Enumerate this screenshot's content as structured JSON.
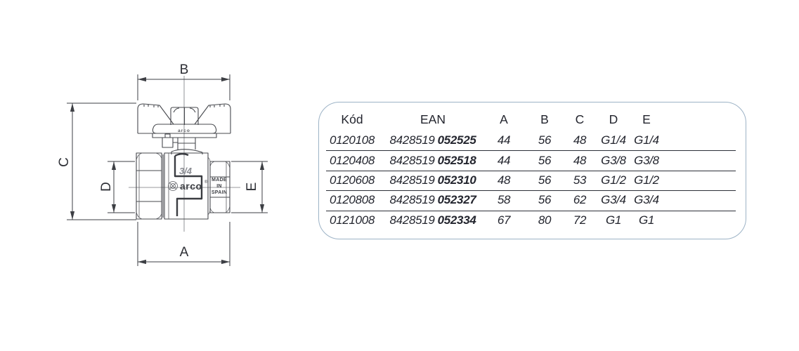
{
  "diagram": {
    "dim_labels": {
      "a": "A",
      "b": "B",
      "c": "C",
      "d": "D",
      "e": "E"
    },
    "valve": {
      "size_marking": "3/4",
      "brand_marking": "arco",
      "brand_reg": "®",
      "handle_marking": "arco",
      "origin_lines": [
        "MADE",
        "IN",
        "SPAIN"
      ]
    }
  },
  "table": {
    "columns": [
      "Kód",
      "EAN",
      "A",
      "B",
      "C",
      "D",
      "E"
    ],
    "rows": [
      {
        "kod": "0120108",
        "ean_prefix": "8428519",
        "ean_code": "052525",
        "a": "44",
        "b": "56",
        "c": "48",
        "d": "G1/4",
        "e": "G1/4"
      },
      {
        "kod": "0120408",
        "ean_prefix": "8428519",
        "ean_code": "052518",
        "a": "44",
        "b": "56",
        "c": "48",
        "d": "G3/8",
        "e": "G3/8"
      },
      {
        "kod": "0120608",
        "ean_prefix": "8428519",
        "ean_code": "052310",
        "a": "48",
        "b": "56",
        "c": "53",
        "d": "G1/2",
        "e": "G1/2"
      },
      {
        "kod": "0120808",
        "ean_prefix": "8428519",
        "ean_code": "052327",
        "a": "58",
        "b": "56",
        "c": "62",
        "d": "G3/4",
        "e": "G3/4"
      },
      {
        "kod": "0121008",
        "ean_prefix": "8428519",
        "ean_code": "052334",
        "a": "67",
        "b": "80",
        "c": "72",
        "d": "G1",
        "e": "G1"
      }
    ],
    "colors": {
      "box_border": "#9db3c6",
      "row_divider": "#2c2f38",
      "text": "#23252e"
    }
  }
}
